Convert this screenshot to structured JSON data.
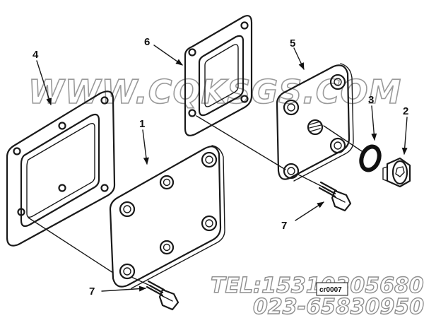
{
  "diagram": {
    "callouts": {
      "c1": "1",
      "c2": "2",
      "c3": "3",
      "c4": "4",
      "c5": "5",
      "c6": "6",
      "c7a": "7",
      "c7b": "7"
    },
    "reference_code": "cr0007",
    "watermark": "WWW.CQKSGS.COM",
    "contact": {
      "tel": "TEL:15310305680",
      "phone": "023-65830950"
    }
  }
}
